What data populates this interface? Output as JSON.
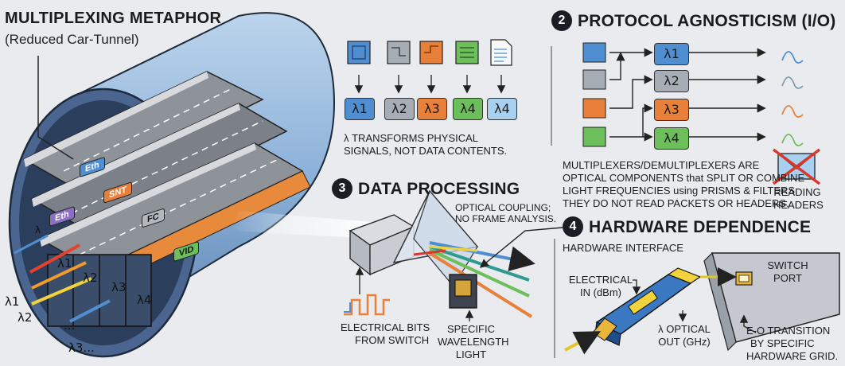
{
  "sections": {
    "multiplexing": {
      "title": "MULTIPLEXING METAPHOR",
      "subtitle": "(Reduced Car-Tunnel)",
      "lane_tags": [
        "Eth",
        "SNT",
        "Eth",
        "FC",
        "VID"
      ],
      "tunnel_lambdas": [
        "λ1",
        "λ2",
        "λ3",
        "λ4",
        "λ"
      ],
      "input_labels": [
        "λ1",
        "λ2",
        "...",
        "λ3..."
      ]
    },
    "transforms": {
      "lambdas": [
        "λ1",
        "λ2",
        "λ3",
        "λ4",
        "λ4"
      ],
      "caption_line1": "λ TRANSFORMS PHYSICAL",
      "caption_line2": "SIGNALS, NOT DATA CONTENTS."
    },
    "protocol": {
      "number": "2",
      "title": "PROTOCOL AGNOSTICISM (I/O)",
      "lambdas": [
        "λ1",
        "λ2",
        "λ3",
        "λ4"
      ],
      "note_line1": "MULTIPLEXERS/DEMULTIPLEXERS ARE",
      "note_line2": "OPTICAL COMPONENTS that SPLIT OR COMBINE",
      "note_line3": "LIGHT FREQUENCIES using PRISMS & FILTERS.",
      "note_line4": "THEY DO NOT READ PACKETS OR HEADERS.",
      "reading_line1": "READING",
      "reading_line2": "HEADERS"
    },
    "processing": {
      "number": "3",
      "title": "DATA PROCESSING",
      "coupling_line1": "OPTICAL COUPLING;",
      "coupling_line2": "NO FRAME ANALYSIS.",
      "bits_line1": "ELECTRICAL BITS",
      "bits_line2": "FROM SWITCH",
      "light_line1": "SPECIFIC",
      "light_line2": "WAVELENGTH",
      "light_line3": "LIGHT"
    },
    "hardware": {
      "number": "4",
      "title": "HARDWARE DEPENDENCE",
      "interface": "HARDWARE INTERFACE",
      "electrical_line1": "ELECTRICAL",
      "electrical_line2": "IN (dBm)",
      "optical_line1": "λ OPTICAL",
      "optical_line2": "OUT (GHz)",
      "switch_line1": "SWITCH",
      "switch_line2": "PORT",
      "eo_line1": "E-O TRANSITION",
      "eo_line2": "BY SPECIFIC",
      "eo_line3": "HARDWARE GRID."
    }
  },
  "colors": {
    "blue": "#4f8fd1",
    "gray": "#a7adb5",
    "orange": "#e9803a",
    "green": "#6cbf5a",
    "lightblue": "#a9d0ef",
    "red": "#d9362c",
    "tunnel": "#7fa6cf"
  },
  "icons": [
    "chip-icon",
    "circuit-icon",
    "document-icon",
    "crossed-envelope-icon",
    "wave-icon",
    "prism-icon",
    "transceiver-icon",
    "switch-port-icon"
  ]
}
